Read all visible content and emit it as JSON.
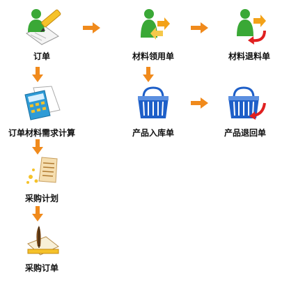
{
  "flow": {
    "order": "订单",
    "material_requisition": "材料领用单",
    "material_return": "材料退料单",
    "mrp_calc": "订单材料需求计算",
    "product_inbound": "产品入库单",
    "product_return": "产品退回单",
    "purchase_plan": "采购计划",
    "purchase_order": "采购订单"
  },
  "colors": {
    "arrow": "#f08a1c",
    "return_arrow": "#e02020",
    "person": "#3aa836",
    "basket": "#1e5fc8"
  },
  "icons": {
    "order": "person-pencil-icon",
    "material_requisition": "person-arrows-icon",
    "material_return": "person-return-icon",
    "mrp_calc": "calculator-icon",
    "product_inbound": "basket-icon",
    "product_return": "basket-return-icon",
    "purchase_plan": "plan-document-icon",
    "purchase_order": "document-quill-icon"
  }
}
